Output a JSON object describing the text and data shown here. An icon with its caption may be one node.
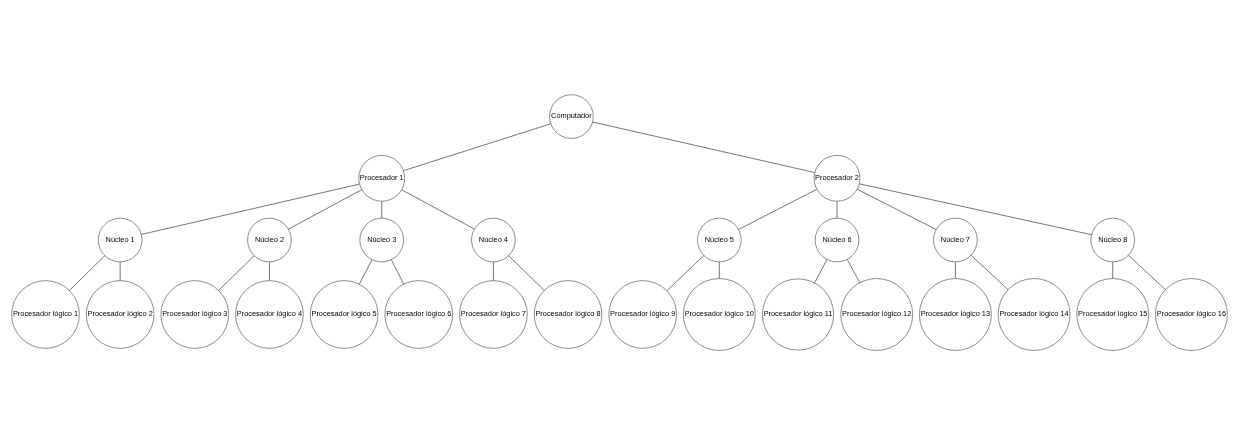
{
  "diagram": {
    "nodes": [
      {
        "text": [
          "Computador"
        ]
      },
      {
        "text": [
          "Procesador 1"
        ]
      },
      {
        "text": [
          "Procesador 2"
        ]
      },
      {
        "text": [
          "Núcleo 1"
        ]
      },
      {
        "text": [
          "Núcleo 2"
        ]
      },
      {
        "text": [
          "Núcleo 3"
        ]
      },
      {
        "text": [
          "Núcleo 4"
        ]
      },
      {
        "text": [
          "Núcleo 5"
        ]
      },
      {
        "text": [
          "Núcleo 6"
        ]
      },
      {
        "text": [
          "Núcleo 7"
        ]
      },
      {
        "text": [
          "Núcleo 8"
        ]
      },
      {
        "text": [
          "Procesador lógico 1"
        ]
      },
      {
        "text": [
          "Procesador lógico 3"
        ]
      },
      {
        "text": [
          "Procesador lógico 5"
        ]
      },
      {
        "text": [
          "Procesador lógico 7"
        ]
      },
      {
        "text": [
          "Procesador lógico 9"
        ]
      },
      {
        "text": [
          "Procesador lógico 11"
        ]
      },
      {
        "text": [
          "Procesador lógico 13"
        ]
      },
      {
        "text": [
          "Procesador lógico 15"
        ]
      },
      {
        "text": [
          "Procesador lógico 2"
        ]
      },
      {
        "text": [
          "Procesador lógico 4"
        ]
      },
      {
        "text": [
          "Procesador lógico 6"
        ]
      },
      {
        "text": [
          "Procesador lógico 8"
        ]
      },
      {
        "text": [
          "Procesador lógico 10"
        ]
      },
      {
        "text": [
          "Procesador lógico 12"
        ]
      },
      {
        "text": [
          "Procesador lógico 14"
        ]
      },
      {
        "text": [
          "Procesador lógico 16"
        ]
      }
    ],
    "edges": [
      {
        "from": 0,
        "to": 1,
        "arrow": "none"
      },
      {
        "from": 0,
        "to": 2,
        "arrow": "none"
      },
      {
        "from": 1,
        "to": 3,
        "arrow": "none"
      },
      {
        "from": 1,
        "to": 4,
        "arrow": "none"
      },
      {
        "from": 1,
        "to": 5,
        "arrow": "none"
      },
      {
        "from": 1,
        "to": 6,
        "arrow": "none"
      },
      {
        "from": 2,
        "to": 7,
        "arrow": "none"
      },
      {
        "from": 2,
        "to": 8,
        "arrow": "none"
      },
      {
        "from": 2,
        "to": 9,
        "arrow": "none"
      },
      {
        "from": 2,
        "to": 10,
        "arrow": "none"
      },
      {
        "from": 3,
        "to": 11,
        "arrow": "none"
      },
      {
        "from": 3,
        "to": 19,
        "arrow": "none"
      },
      {
        "from": 4,
        "to": 12,
        "arrow": "none"
      },
      {
        "from": 4,
        "to": 20,
        "arrow": "none"
      },
      {
        "from": 5,
        "to": 13,
        "arrow": "none"
      },
      {
        "from": 5,
        "to": 21,
        "arrow": "none"
      },
      {
        "from": 6,
        "to": 14,
        "arrow": "none"
      },
      {
        "from": 6,
        "to": 22,
        "arrow": "none"
      },
      {
        "from": 7,
        "to": 15,
        "arrow": "none"
      },
      {
        "from": 7,
        "to": 23,
        "arrow": "none"
      },
      {
        "from": 8,
        "to": 16,
        "arrow": "none"
      },
      {
        "from": 8,
        "to": 24,
        "arrow": "none"
      },
      {
        "from": 9,
        "to": 17,
        "arrow": "none"
      },
      {
        "from": 9,
        "to": 25,
        "arrow": "none"
      },
      {
        "from": 10,
        "to": 18,
        "arrow": "none"
      },
      {
        "from": 10,
        "to": 26,
        "arrow": "none"
      }
    ]
  }
}
